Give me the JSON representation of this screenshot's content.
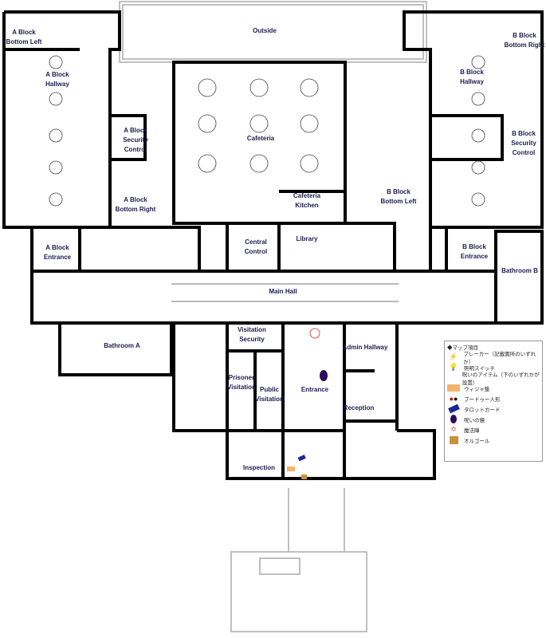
{
  "rooms": {
    "outside": "Outside",
    "a_bottom_left": [
      "A Block",
      "Bottom Left"
    ],
    "a_hallway": [
      "A Block",
      "Hallway"
    ],
    "a_security": [
      "A Block",
      "Security",
      "Control"
    ],
    "a_bottom_right": [
      "A Block",
      "Bottom Right"
    ],
    "a_entrance": [
      "A Block",
      "Entrance"
    ],
    "cafeteria": "Cafeteria",
    "kitchen": [
      "Cafeteria",
      "Kitchen"
    ],
    "central_control": [
      "Central",
      "Control"
    ],
    "library": "Library",
    "b_bottom_right": [
      "B Block",
      "Bottom Right"
    ],
    "b_hallway": [
      "B Block",
      "Hallway"
    ],
    "b_security": [
      "B Block",
      "Security",
      "Control"
    ],
    "b_bottom_left": [
      "B Block",
      "Bottom Left"
    ],
    "b_entrance": [
      "B Block",
      "Entrance"
    ],
    "bathroom_b": "Bathroom B",
    "main_hall": "Main Hall",
    "bathroom_a": "Bathroom A",
    "visitation_security": [
      "Visitation",
      "Security"
    ],
    "prisoner_visitation": [
      "Prisoner",
      "Visitation"
    ],
    "public_visitation": [
      "Public",
      "Visitation"
    ],
    "entrance": "Entrance",
    "admin_hallway": "Admin Hallway",
    "reception": "Reception",
    "inspection": "Inspection"
  },
  "legend": {
    "title": "◆マップ項目",
    "items": [
      {
        "icon": "breaker-icon",
        "label": "ブレーカー（記載箇所のいずれか）",
        "color": "#f0c040"
      },
      {
        "icon": "light-switch-icon",
        "label": "照明スイッチ",
        "color": "#3cb878"
      },
      {
        "icon": "",
        "label": "呪いのアイテム（下のいずれかが設置）"
      },
      {
        "icon": "ouija-board-icon",
        "label": "ウィジャ盤",
        "color": "#f5b26b"
      },
      {
        "icon": "voodoo-doll-icon",
        "label": "ブードゥー人形",
        "color": "#cc0000"
      },
      {
        "icon": "tarot-card-icon",
        "label": "タロットカード",
        "color": "#1a2a9a"
      },
      {
        "icon": "haunted-mirror-icon",
        "label": "呪いの鏡",
        "color": "#2a0a60"
      },
      {
        "icon": "summoning-circle-icon",
        "label": "魔法陣",
        "color": "#e05050"
      },
      {
        "icon": "music-box-icon",
        "label": "オルゴール",
        "color": "#c8913c"
      }
    ]
  }
}
